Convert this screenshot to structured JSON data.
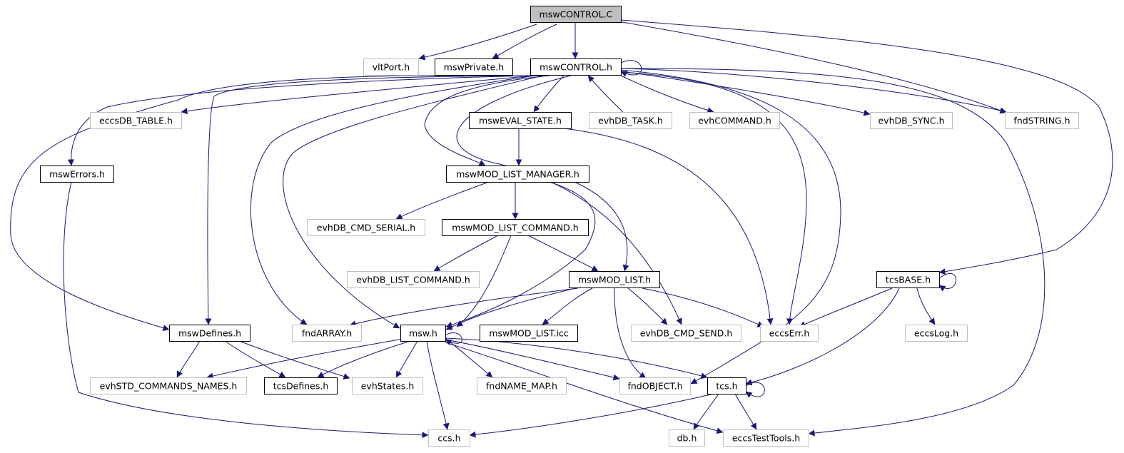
{
  "diagram": {
    "nodes": [
      {
        "id": "mswCONTROL_C",
        "label": "mswCONTROL.C",
        "style": "root"
      },
      {
        "id": "vltPort",
        "label": "vltPort.h",
        "style": "gray"
      },
      {
        "id": "mswPrivate",
        "label": "mswPrivate.h",
        "style": "black"
      },
      {
        "id": "mswCONTROL_h",
        "label": "mswCONTROL.h",
        "style": "black"
      },
      {
        "id": "eccsDB_TABLE",
        "label": "eccsDB_TABLE.h",
        "style": "gray"
      },
      {
        "id": "mswEVAL_STATE",
        "label": "mswEVAL_STATE.h",
        "style": "black"
      },
      {
        "id": "evhDB_TASK",
        "label": "evhDB_TASK.h",
        "style": "gray"
      },
      {
        "id": "evhCOMMAND",
        "label": "evhCOMMAND.h",
        "style": "gray"
      },
      {
        "id": "evhDB_SYNC",
        "label": "evhDB_SYNC.h",
        "style": "gray"
      },
      {
        "id": "fndSTRING",
        "label": "fndSTRING.h",
        "style": "gray"
      },
      {
        "id": "mswErrors",
        "label": "mswErrors.h",
        "style": "black"
      },
      {
        "id": "mswMOD_LIST_MANAGER",
        "label": "mswMOD_LIST_MANAGER.h",
        "style": "black"
      },
      {
        "id": "evhDB_CMD_SERIAL",
        "label": "evhDB_CMD_SERIAL.h",
        "style": "gray"
      },
      {
        "id": "mswMOD_LIST_COMMAND",
        "label": "mswMOD_LIST_COMMAND.h",
        "style": "black"
      },
      {
        "id": "evhDB_LIST_COMMAND",
        "label": "evhDB_LIST_COMMAND.h",
        "style": "gray"
      },
      {
        "id": "mswMOD_LIST",
        "label": "mswMOD_LIST.h",
        "style": "black"
      },
      {
        "id": "tcsBASE",
        "label": "tcsBASE.h",
        "style": "black"
      },
      {
        "id": "mswDefines",
        "label": "mswDefines.h",
        "style": "black"
      },
      {
        "id": "fndARRAY",
        "label": "fndARRAY.h",
        "style": "gray"
      },
      {
        "id": "msw",
        "label": "msw.h",
        "style": "black"
      },
      {
        "id": "mswMOD_LIST_icc",
        "label": "mswMOD_LIST.icc",
        "style": "black"
      },
      {
        "id": "evhDB_CMD_SEND",
        "label": "evhDB_CMD_SEND.h",
        "style": "gray"
      },
      {
        "id": "eccsErr",
        "label": "eccsErr.h",
        "style": "gray"
      },
      {
        "id": "eccsLog",
        "label": "eccsLog.h",
        "style": "gray"
      },
      {
        "id": "evhSTD_COMMANDS_NAMES",
        "label": "evhSTD_COMMANDS_NAMES.h",
        "style": "gray"
      },
      {
        "id": "tcsDefines",
        "label": "tcsDefines.h",
        "style": "black"
      },
      {
        "id": "evhStates",
        "label": "evhStates.h",
        "style": "gray"
      },
      {
        "id": "fndNAME_MAP",
        "label": "fndNAME_MAP.h",
        "style": "gray"
      },
      {
        "id": "fndOBJECT",
        "label": "fndOBJECT.h",
        "style": "gray"
      },
      {
        "id": "tcs",
        "label": "tcs.h",
        "style": "black"
      },
      {
        "id": "ccs",
        "label": "ccs.h",
        "style": "gray"
      },
      {
        "id": "db",
        "label": "db.h",
        "style": "gray"
      },
      {
        "id": "eccsTestTools",
        "label": "eccsTestTools.h",
        "style": "gray"
      }
    ],
    "edges": [
      [
        "mswCONTROL_C",
        "vltPort"
      ],
      [
        "mswCONTROL_C",
        "mswPrivate"
      ],
      [
        "mswCONTROL_C",
        "mswCONTROL_h"
      ],
      [
        "mswCONTROL_C",
        "fndSTRING"
      ],
      [
        "mswCONTROL_C",
        "tcsBASE"
      ],
      [
        "mswCONTROL_h",
        "mswCONTROL_h"
      ],
      [
        "mswCONTROL_h",
        "eccsDB_TABLE"
      ],
      [
        "mswCONTROL_h",
        "mswEVAL_STATE"
      ],
      [
        "mswCONTROL_h",
        "evhDB_TASK"
      ],
      [
        "mswCONTROL_h",
        "evhCOMMAND"
      ],
      [
        "mswCONTROL_h",
        "evhDB_SYNC"
      ],
      [
        "mswCONTROL_h",
        "fndSTRING"
      ],
      [
        "mswCONTROL_h",
        "mswErrors"
      ],
      [
        "mswCONTROL_h",
        "mswDefines"
      ],
      [
        "mswCONTROL_h",
        "mswMOD_LIST_MANAGER"
      ],
      [
        "mswCONTROL_h",
        "fndARRAY"
      ],
      [
        "mswCONTROL_h",
        "msw"
      ],
      [
        "mswCONTROL_h",
        "evhDB_CMD_SEND"
      ],
      [
        "mswCONTROL_h",
        "eccsErr"
      ],
      [
        "mswCONTROL_h",
        "fndOBJECT"
      ],
      [
        "mswCONTROL_h",
        "eccsTestTools"
      ],
      [
        "mswPrivate",
        "mswDefines"
      ],
      [
        "mswEVAL_STATE",
        "mswMOD_LIST_MANAGER"
      ],
      [
        "mswEVAL_STATE",
        "eccsErr"
      ],
      [
        "mswErrors",
        "ccs"
      ],
      [
        "mswMOD_LIST_MANAGER",
        "evhDB_CMD_SERIAL"
      ],
      [
        "mswMOD_LIST_MANAGER",
        "mswMOD_LIST_COMMAND"
      ],
      [
        "mswMOD_LIST_MANAGER",
        "mswMOD_LIST"
      ],
      [
        "mswMOD_LIST_MANAGER",
        "msw"
      ],
      [
        "mswMOD_LIST_COMMAND",
        "evhDB_LIST_COMMAND"
      ],
      [
        "mswMOD_LIST_COMMAND",
        "mswMOD_LIST"
      ],
      [
        "mswMOD_LIST_COMMAND",
        "msw"
      ],
      [
        "mswMOD_LIST",
        "fndARRAY"
      ],
      [
        "mswMOD_LIST",
        "msw"
      ],
      [
        "mswMOD_LIST",
        "mswMOD_LIST_icc"
      ],
      [
        "mswMOD_LIST",
        "evhDB_CMD_SEND"
      ],
      [
        "mswMOD_LIST",
        "eccsErr"
      ],
      [
        "mswMOD_LIST",
        "fndOBJECT"
      ],
      [
        "tcsBASE",
        "tcsBASE"
      ],
      [
        "tcsBASE",
        "eccsErr"
      ],
      [
        "tcsBASE",
        "eccsLog"
      ],
      [
        "tcsBASE",
        "tcs"
      ],
      [
        "mswDefines",
        "evhSTD_COMMANDS_NAMES"
      ],
      [
        "mswDefines",
        "tcsDefines"
      ],
      [
        "mswDefines",
        "evhStates"
      ],
      [
        "msw",
        "msw"
      ],
      [
        "msw",
        "evhSTD_COMMANDS_NAMES"
      ],
      [
        "msw",
        "tcsDefines"
      ],
      [
        "msw",
        "evhStates"
      ],
      [
        "msw",
        "fndNAME_MAP"
      ],
      [
        "msw",
        "fndOBJECT"
      ],
      [
        "msw",
        "tcs"
      ],
      [
        "msw",
        "ccs"
      ],
      [
        "msw",
        "eccsTestTools"
      ],
      [
        "tcs",
        "tcs"
      ],
      [
        "tcs",
        "ccs"
      ],
      [
        "tcs",
        "db"
      ],
      [
        "tcs",
        "eccsTestTools"
      ]
    ]
  },
  "colors": {
    "edge": "#191970",
    "node_border_black": "#000000",
    "node_border_gray": "#bfbfbf",
    "node_text": "#000000",
    "root_fill": "#bfbfbf",
    "background": "#ffffff"
  }
}
